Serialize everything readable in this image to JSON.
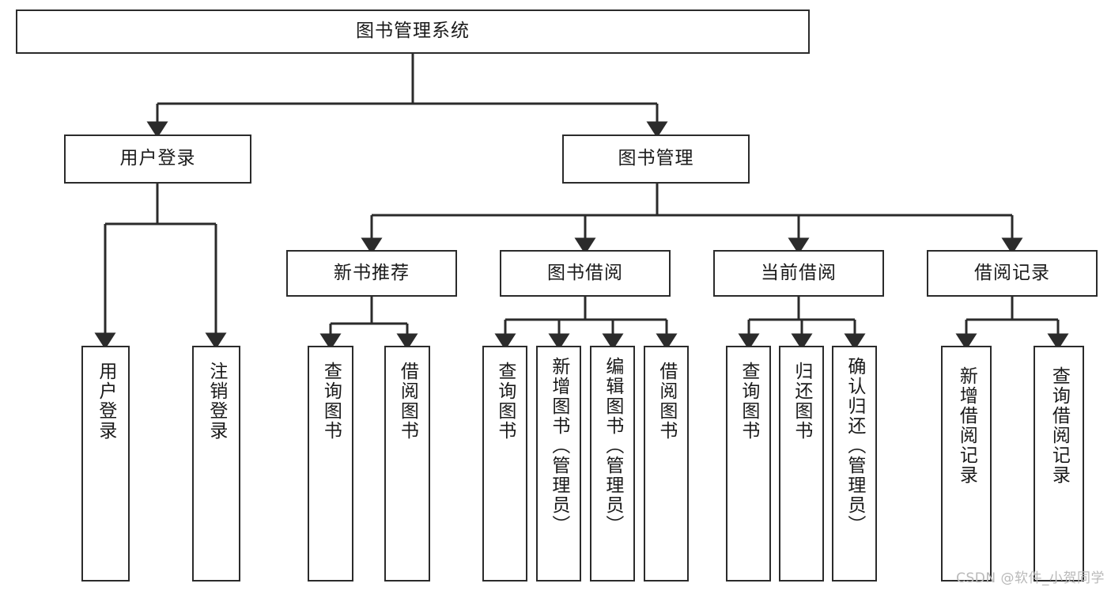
{
  "diagram": {
    "title": "图书管理系统",
    "type": "tree-hierarchy-diagram",
    "watermark": "CSDN @软件_小贺同学",
    "colors": {
      "stroke": "#2b2b2b",
      "fill": "#ffffff",
      "text": "#1a1a1a",
      "watermark": "#b9b9b9"
    }
  },
  "nodes": {
    "root": {
      "label": "图书管理系统"
    },
    "level2": [
      {
        "label": "用户登录"
      },
      {
        "label": "图书管理"
      }
    ],
    "level3": [
      {
        "label": "新书推荐"
      },
      {
        "label": "图书借阅"
      },
      {
        "label": "当前借阅"
      },
      {
        "label": "借阅记录"
      }
    ],
    "leaves": {
      "user_login": [
        {
          "label": "用户登录"
        },
        {
          "label": "注销登录"
        }
      ],
      "new_book_recommend": [
        {
          "label": "查询图书"
        },
        {
          "label": "借阅图书"
        }
      ],
      "book_borrow": [
        {
          "label": "查询图书"
        },
        {
          "label": "新增图书（管理员）"
        },
        {
          "label": "编辑图书（管理员）"
        },
        {
          "label": "借阅图书"
        }
      ],
      "current_borrow": [
        {
          "label": "查询图书"
        },
        {
          "label": "归还图书"
        },
        {
          "label": "确认归还（管理员）"
        }
      ],
      "borrow_record": [
        {
          "label": "新增借阅记录"
        },
        {
          "label": "查询借阅记录"
        }
      ]
    }
  }
}
